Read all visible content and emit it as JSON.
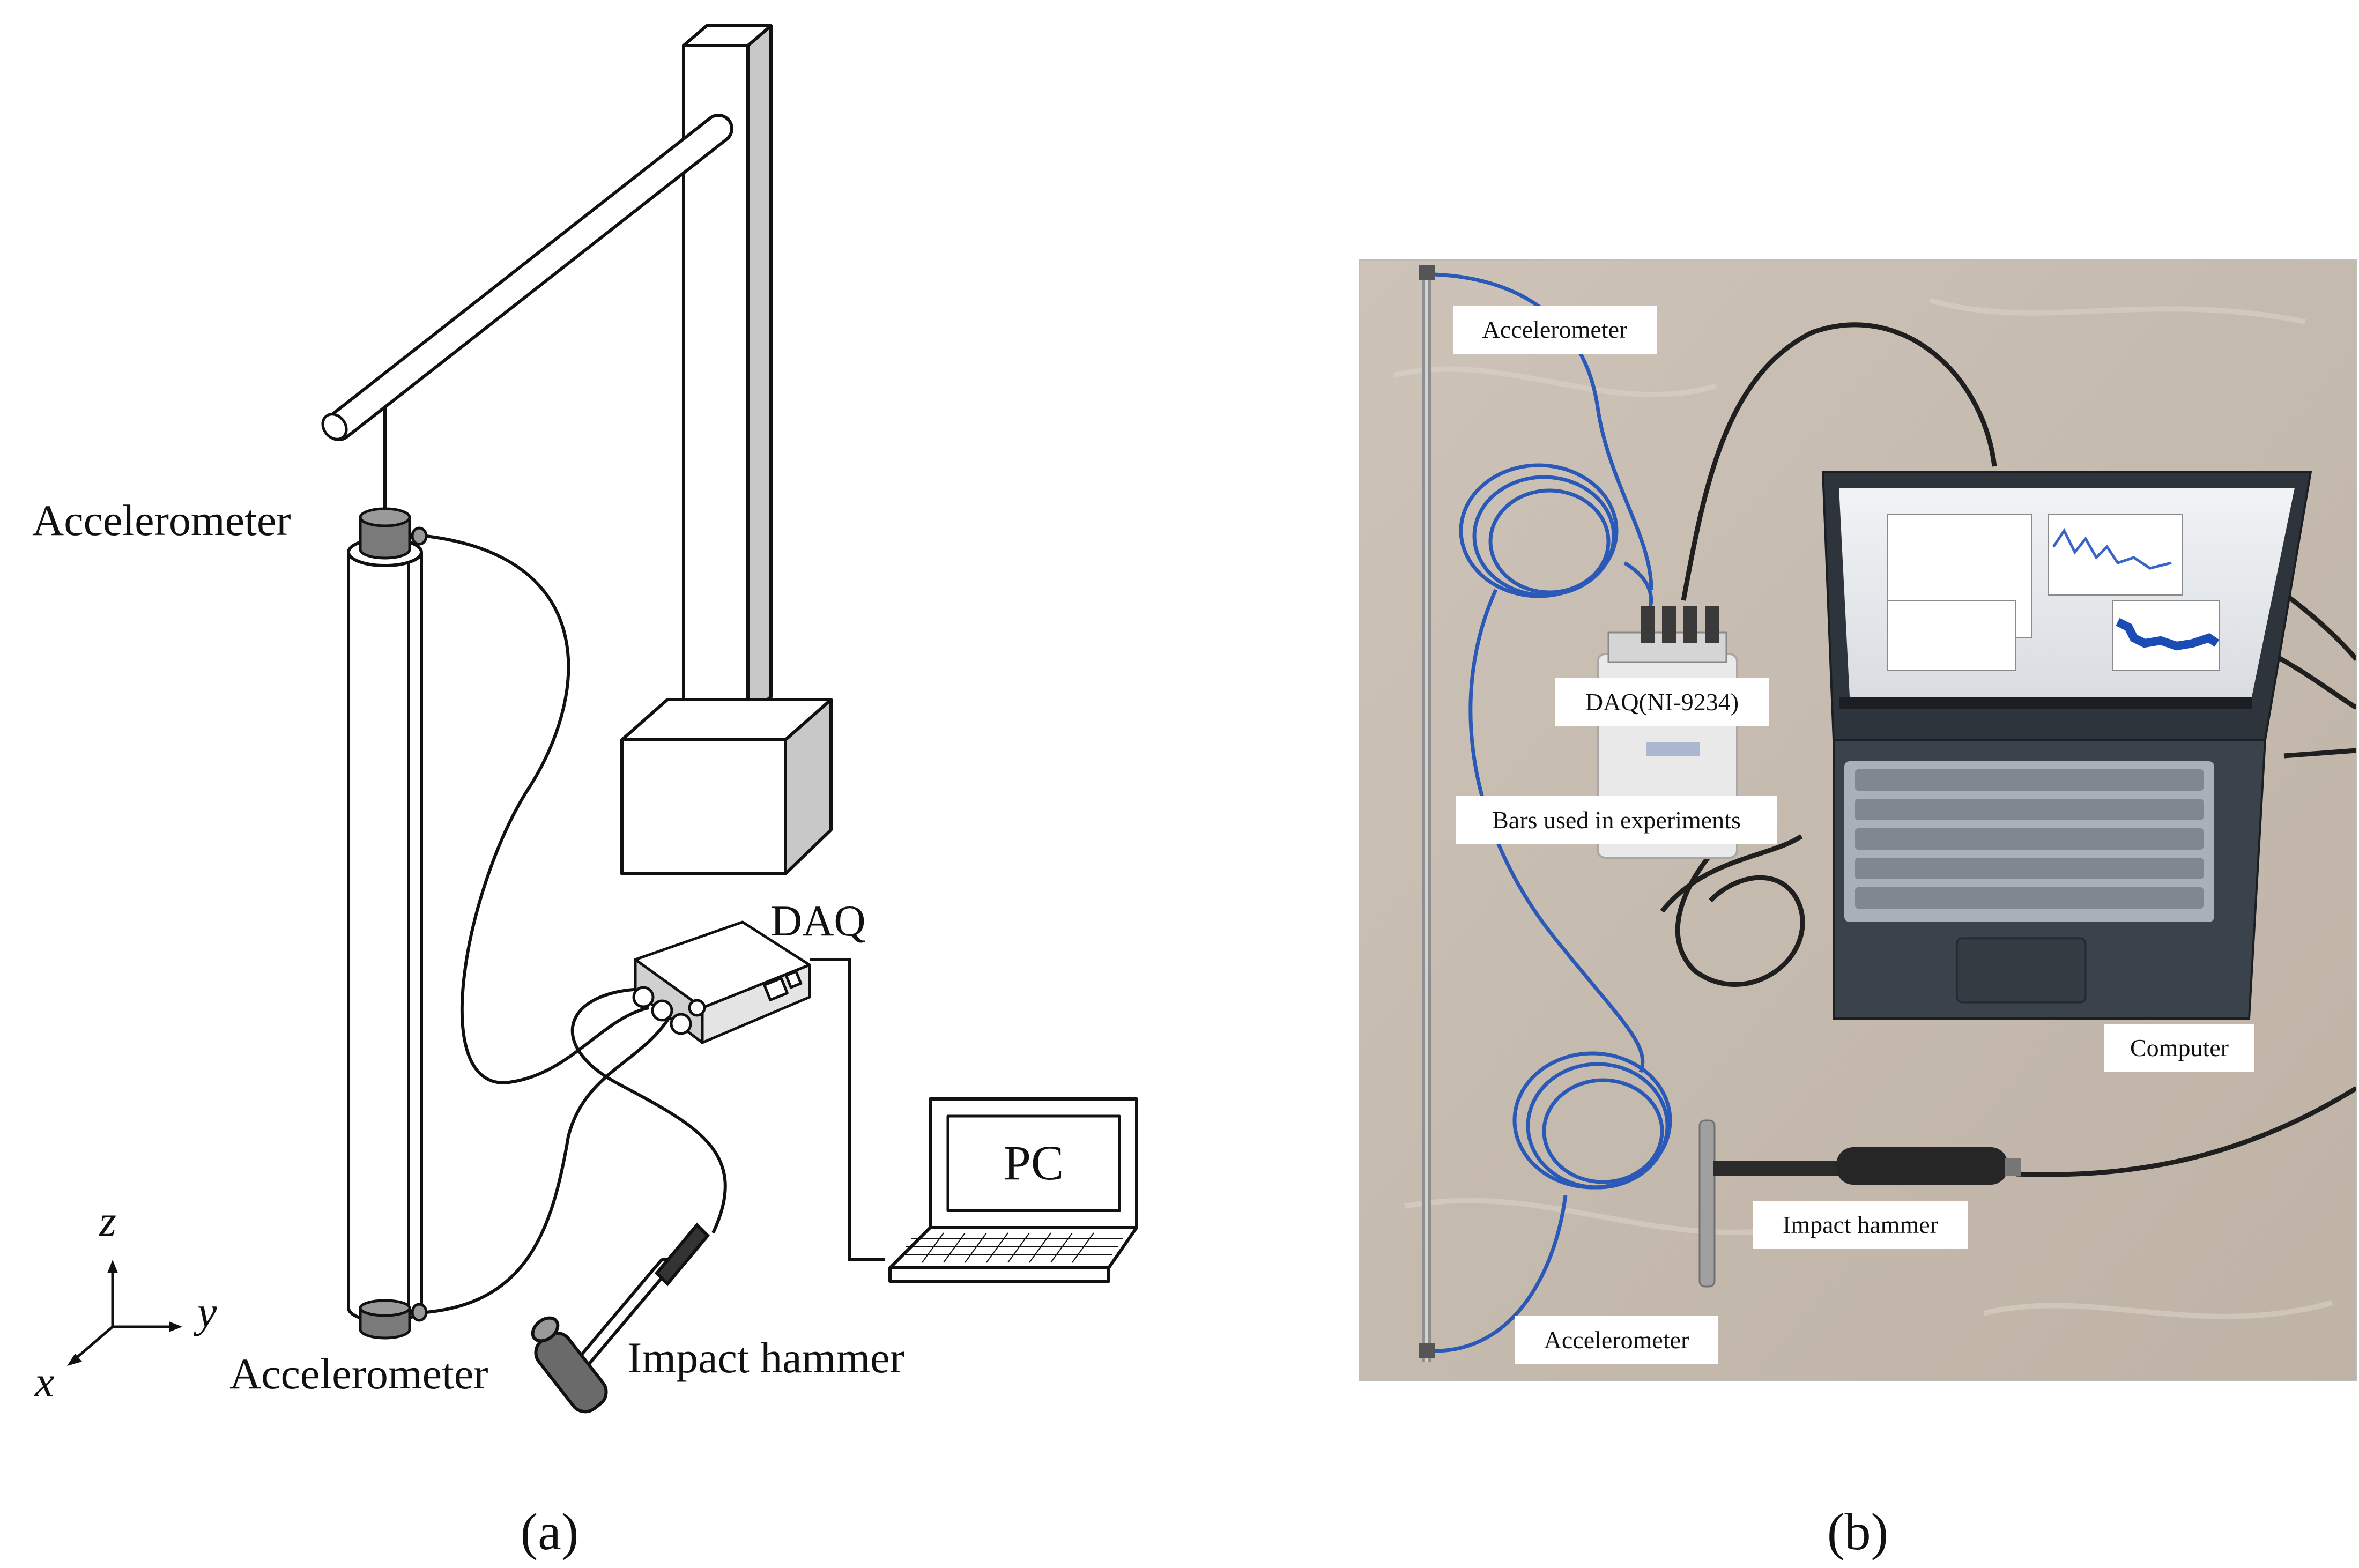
{
  "panel_a": {
    "caption": "(a)",
    "labels": {
      "accel_top": "Accelerometer",
      "accel_bottom": "Accelerometer",
      "daq": "DAQ",
      "pc": "PC",
      "impact_hammer": "Impact hammer"
    },
    "axes": {
      "z": "z",
      "y": "y",
      "x": "x"
    }
  },
  "panel_b": {
    "caption": "(b)",
    "labels": {
      "accel_top": "Accelerometer",
      "daq": "DAQ(NI-9234)",
      "bars": "Bars used in experiments",
      "computer": "Computer",
      "impact_hammer": "Impact hammer",
      "accel_bottom": "Accelerometer"
    }
  },
  "colors": {
    "ink": "#111111",
    "gray_fill": "#c8c8c8",
    "dark_fill": "#555555",
    "floor": "#c9bfb4",
    "cable_blue": "#2a59b8",
    "laptop_dark": "#30363d",
    "screen": "#e8ecef"
  }
}
